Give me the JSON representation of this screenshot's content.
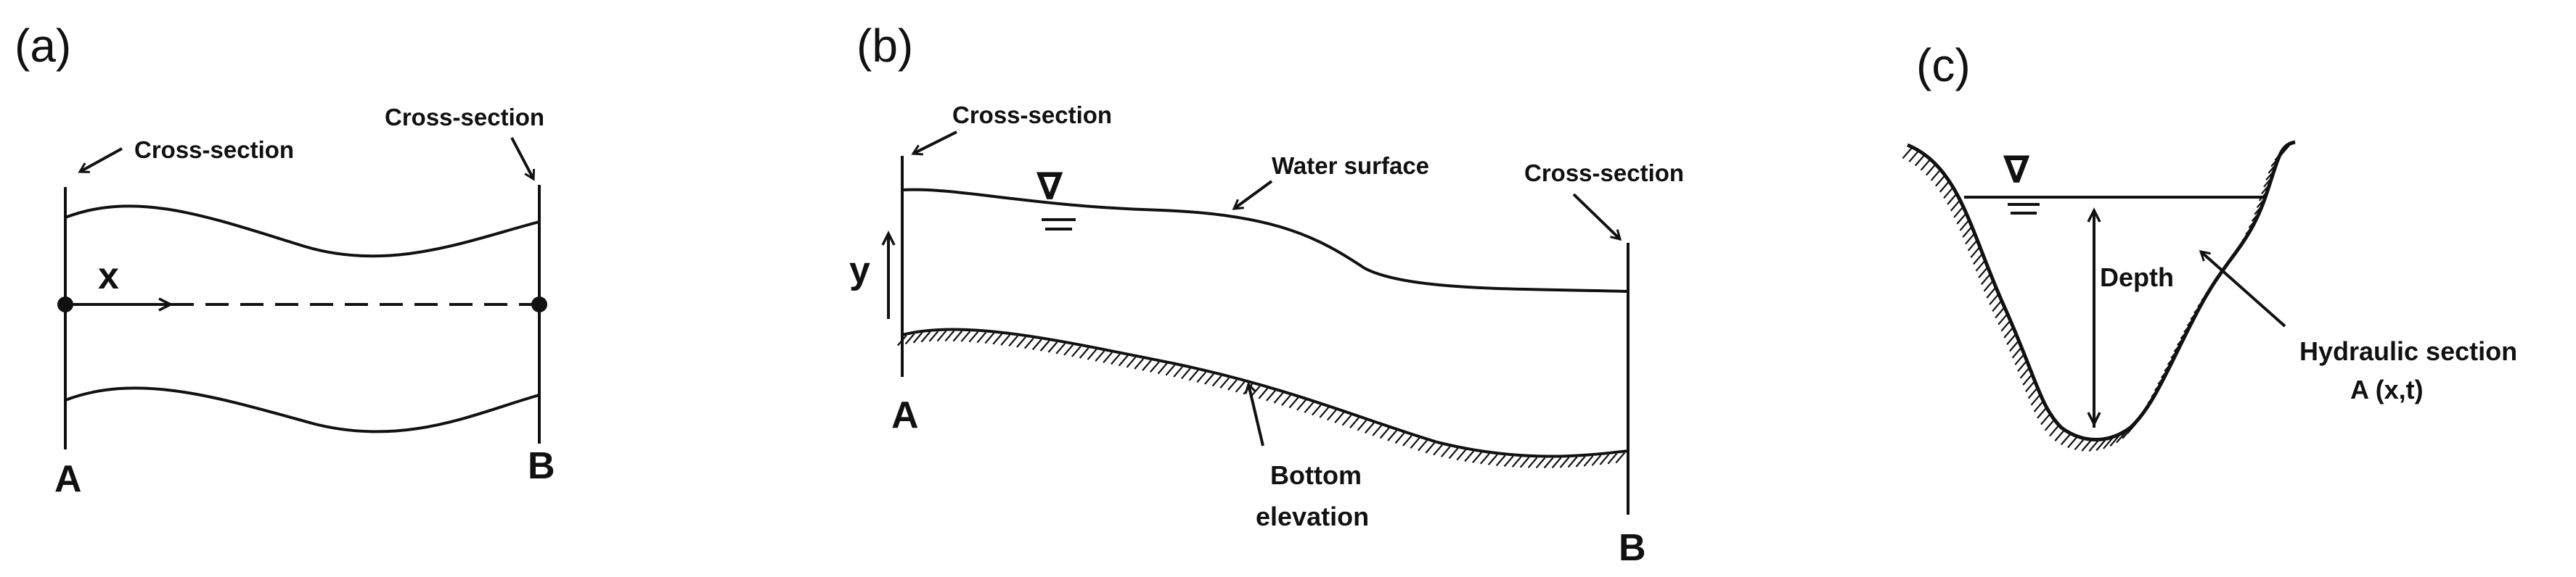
{
  "panels": {
    "a": {
      "label": "(a)",
      "cross_section_left": "Cross-section",
      "cross_section_right": "Cross-section",
      "axis_label": "x",
      "point_a": "A",
      "point_b": "B"
    },
    "b": {
      "label": "(b)",
      "cross_section_left": "Cross-section",
      "cross_section_right": "Cross-section",
      "water_surface": "Water surface",
      "bottom_line1": "Bottom",
      "bottom_line2": "elevation",
      "axis_label": "y",
      "point_a": "A",
      "point_b": "B",
      "water_symbol": "∇"
    },
    "c": {
      "label": "(c)",
      "depth": "Depth",
      "hydraulic_line1": "Hydraulic section",
      "hydraulic_line2": "A (x,t)",
      "water_symbol": "∇"
    }
  },
  "colors": {
    "ink": "#111111",
    "background": "#ffffff"
  }
}
